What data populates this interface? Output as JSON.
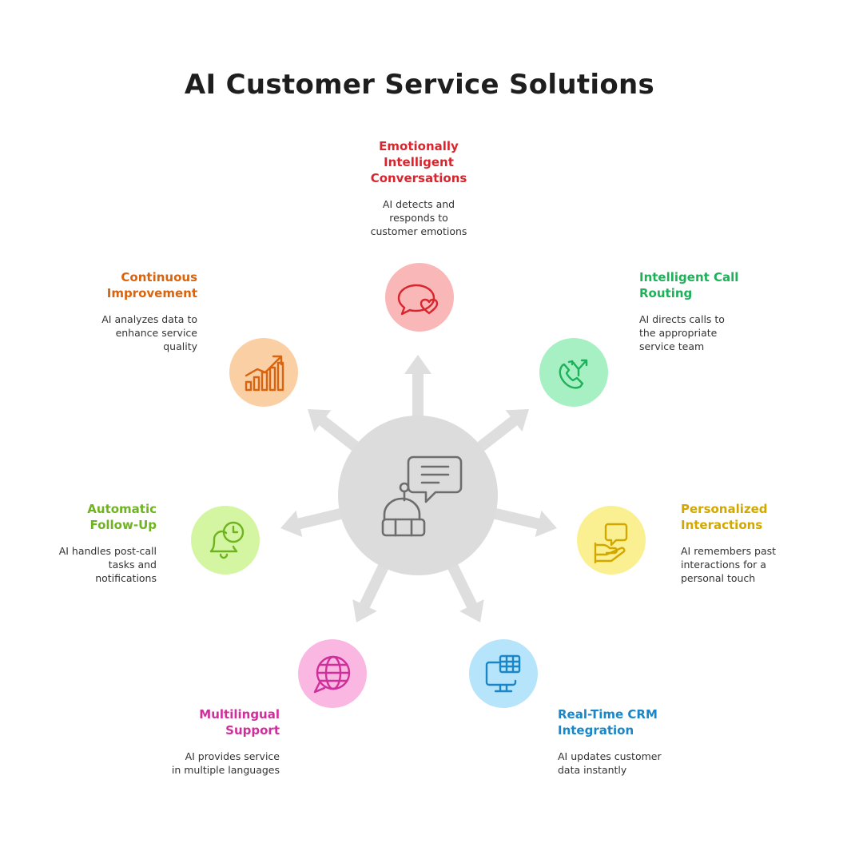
{
  "title": "AI Customer Service Solutions",
  "hub": {
    "icon": "robot-chat-icon",
    "color": "#dcdcdc"
  },
  "solutions": [
    {
      "id": "emotionally-intelligent-conversations",
      "title_lines": [
        "Emotionally",
        "Intelligent",
        "Conversations"
      ],
      "description_lines": [
        "AI detects and",
        "responds to",
        "customer emotions"
      ],
      "icon": "chat-heart-icon",
      "color": "#d8262f",
      "circle_color": "#f9b7b7"
    },
    {
      "id": "intelligent-call-routing",
      "title_lines": [
        "Intelligent Call",
        "Routing"
      ],
      "description_lines": [
        "AI directs calls to",
        "the appropriate",
        "service team"
      ],
      "icon": "phone-routing-icon",
      "color": "#1fb05a",
      "circle_color": "#a6f0c4"
    },
    {
      "id": "personalized-interactions",
      "title_lines": [
        "Personalized",
        "Interactions"
      ],
      "description_lines": [
        "AI remembers past",
        "interactions for a",
        "personal touch"
      ],
      "icon": "hand-chat-icon",
      "color": "#d2a800",
      "circle_color": "#fbf091"
    },
    {
      "id": "real-time-crm-integration",
      "title_lines": [
        "Real-Time CRM",
        "Integration"
      ],
      "description_lines": [
        "AI updates customer",
        "data instantly"
      ],
      "icon": "monitor-data-icon",
      "color": "#1a86c7",
      "circle_color": "#b6e4fb"
    },
    {
      "id": "multilingual-support",
      "title_lines": [
        "Multilingual",
        "Support"
      ],
      "description_lines": [
        "AI provides service",
        "in multiple languages"
      ],
      "icon": "globe-chat-icon",
      "color": "#cf2f9a",
      "circle_color": "#f9b7e2"
    },
    {
      "id": "automatic-follow-up",
      "title_lines": [
        "Automatic",
        "Follow-Up"
      ],
      "description_lines": [
        "AI handles post-call",
        "tasks and",
        "notifications"
      ],
      "icon": "bell-clock-icon",
      "color": "#6fb320",
      "circle_color": "#d4f6a2"
    },
    {
      "id": "continuous-improvement",
      "title_lines": [
        "Continuous",
        "Improvement"
      ],
      "description_lines": [
        "AI analyzes data to",
        "enhance service",
        "quality"
      ],
      "icon": "growth-chart-icon",
      "color": "#d9640f",
      "circle_color": "#fbcfa4"
    }
  ]
}
